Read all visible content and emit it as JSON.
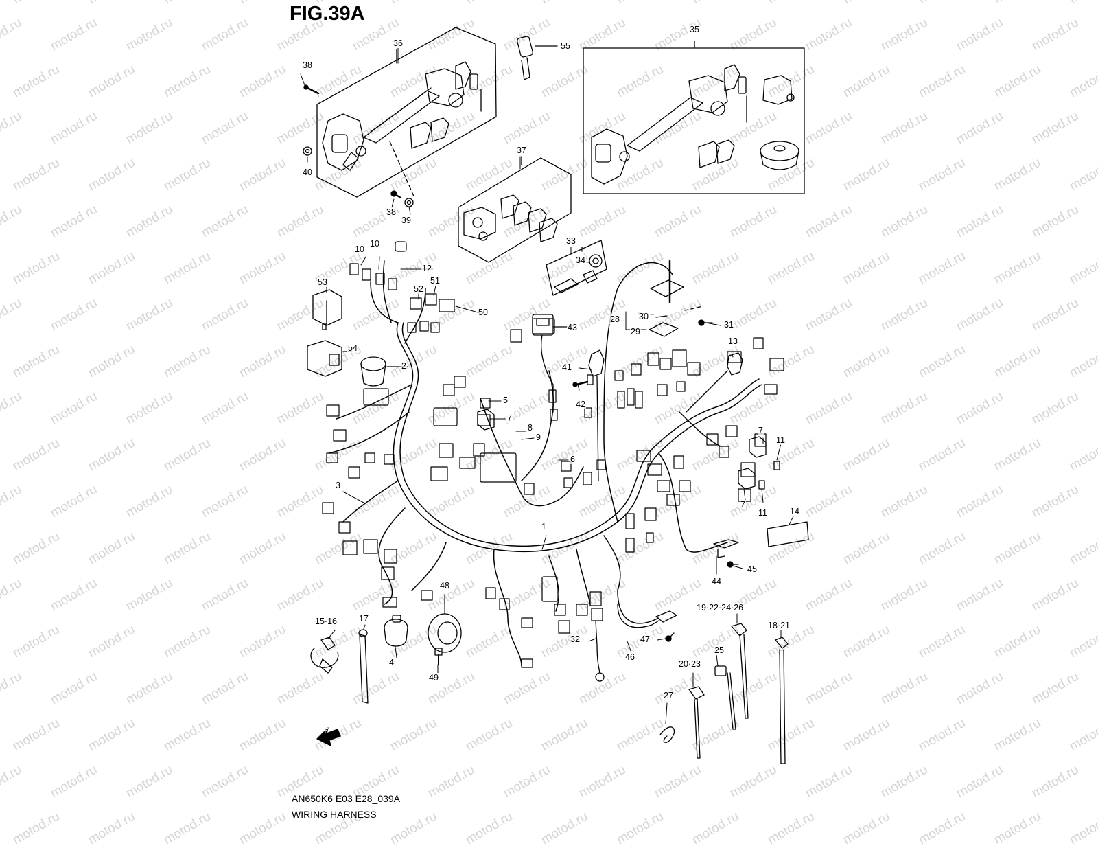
{
  "figure": {
    "title": "FIG.39A",
    "model_code": "AN650K6 E03 E28_039A",
    "caption": "WIRING HARNESS",
    "watermark": "motod.ru",
    "forward_marker": "FWD"
  },
  "callouts": [
    {
      "id": "36",
      "label": "36"
    },
    {
      "id": "55",
      "label": "55"
    },
    {
      "id": "35",
      "label": "35"
    },
    {
      "id": "38-top",
      "label": "38"
    },
    {
      "id": "40",
      "label": "40"
    },
    {
      "id": "38-bottom",
      "label": "38"
    },
    {
      "id": "39",
      "label": "39"
    },
    {
      "id": "37",
      "label": "37"
    },
    {
      "id": "33",
      "label": "33"
    },
    {
      "id": "34",
      "label": "34"
    },
    {
      "id": "10-a",
      "label": "10"
    },
    {
      "id": "10-b",
      "label": "10"
    },
    {
      "id": "12",
      "label": "12"
    },
    {
      "id": "53",
      "label": "53"
    },
    {
      "id": "52",
      "label": "52"
    },
    {
      "id": "51",
      "label": "51"
    },
    {
      "id": "50",
      "label": "50"
    },
    {
      "id": "43",
      "label": "43"
    },
    {
      "id": "30",
      "label": "30"
    },
    {
      "id": "28",
      "label": "28"
    },
    {
      "id": "29",
      "label": "29"
    },
    {
      "id": "31",
      "label": "31"
    },
    {
      "id": "54",
      "label": "54"
    },
    {
      "id": "2",
      "label": "2"
    },
    {
      "id": "13",
      "label": "13"
    },
    {
      "id": "41",
      "label": "41"
    },
    {
      "id": "42",
      "label": "42"
    },
    {
      "id": "5",
      "label": "5"
    },
    {
      "id": "7-a",
      "label": "7"
    },
    {
      "id": "8",
      "label": "8"
    },
    {
      "id": "9",
      "label": "9"
    },
    {
      "id": "7-b",
      "label": "7"
    },
    {
      "id": "11-a",
      "label": "11"
    },
    {
      "id": "6",
      "label": "6"
    },
    {
      "id": "3",
      "label": "3"
    },
    {
      "id": "7-c",
      "label": "7"
    },
    {
      "id": "11-b",
      "label": "11"
    },
    {
      "id": "1",
      "label": "1"
    },
    {
      "id": "14",
      "label": "14"
    },
    {
      "id": "44",
      "label": "44"
    },
    {
      "id": "45",
      "label": "45"
    },
    {
      "id": "48",
      "label": "48"
    },
    {
      "id": "19-22-24-26",
      "label": "19·22·24·26"
    },
    {
      "id": "15-16",
      "label": "15·16"
    },
    {
      "id": "17",
      "label": "17"
    },
    {
      "id": "18-21",
      "label": "18·21"
    },
    {
      "id": "32",
      "label": "32"
    },
    {
      "id": "47",
      "label": "47"
    },
    {
      "id": "4",
      "label": "4"
    },
    {
      "id": "46",
      "label": "46"
    },
    {
      "id": "25",
      "label": "25"
    },
    {
      "id": "20-23",
      "label": "20·23"
    },
    {
      "id": "49",
      "label": "49"
    },
    {
      "id": "27",
      "label": "27"
    }
  ]
}
